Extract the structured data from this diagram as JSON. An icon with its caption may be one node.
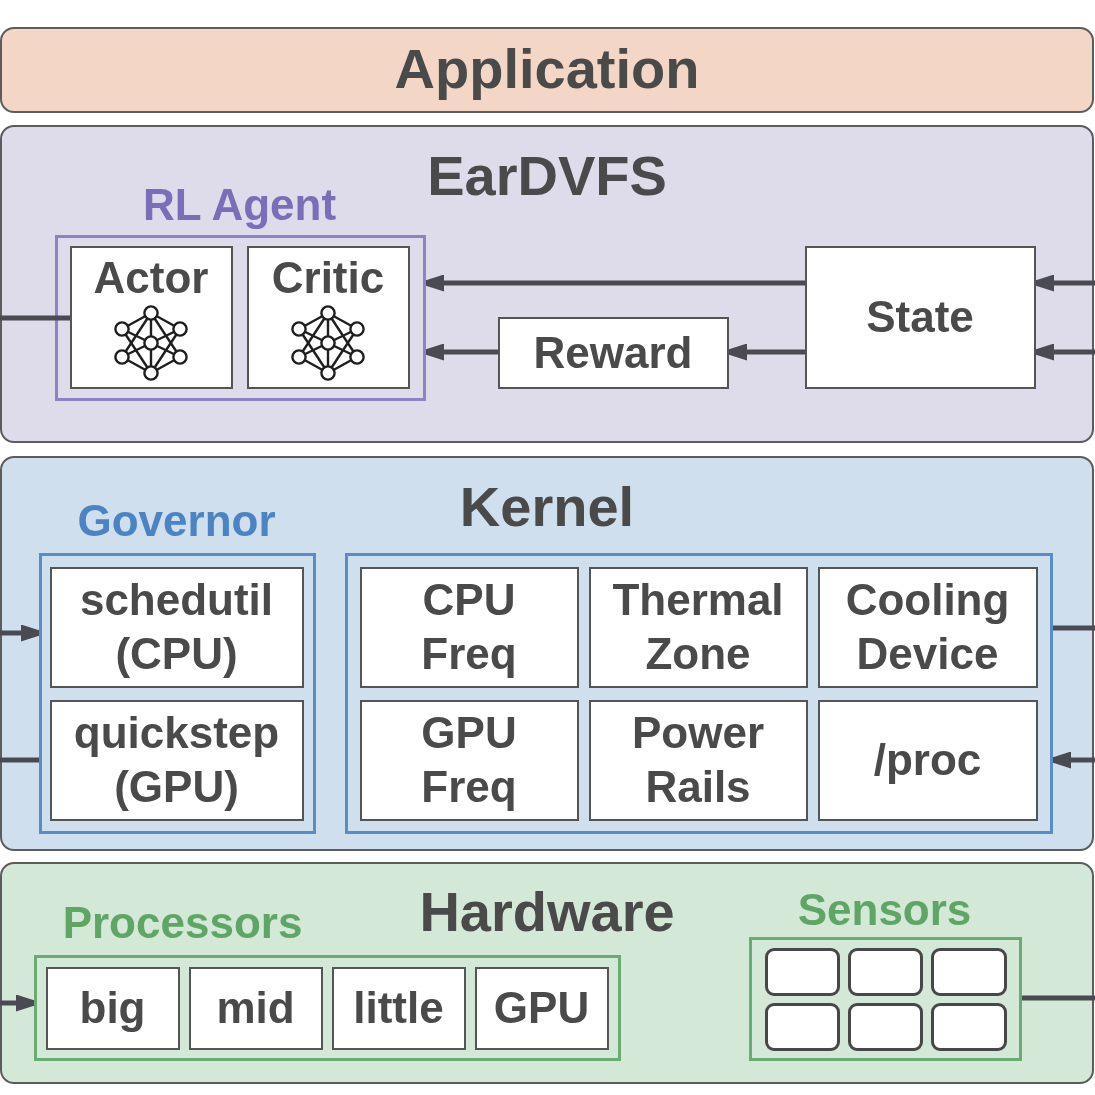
{
  "diagram": {
    "nodes": [
      {
        "text": [
          "Application"
        ]
      },
      {
        "text": [
          "EarDVFS"
        ]
      },
      {
        "text": [
          "RL Agent"
        ],
        "in": 1
      },
      {
        "text": [
          "Actor"
        ],
        "in": 2
      },
      {
        "text": [
          "Critic"
        ],
        "in": 2
      },
      {
        "text": [
          "State"
        ],
        "in": 1
      },
      {
        "text": [
          "Reward"
        ],
        "in": 1
      },
      {
        "text": [
          "Kernel"
        ]
      },
      {
        "text": [
          "Governor"
        ],
        "in": 7
      },
      {
        "text": [
          "schedutil (CPU)"
        ],
        "in": 8
      },
      {
        "text": [
          "quickstep (GPU)"
        ],
        "in": 8
      },
      {
        "text": [],
        "shape": "box",
        "in": 7
      },
      {
        "text": [
          "CPU Freq"
        ],
        "in": 11
      },
      {
        "text": [
          "Thermal Zone"
        ],
        "in": 11
      },
      {
        "text": [
          "Cooling Device"
        ],
        "in": 11
      },
      {
        "text": [
          "GPU Freq"
        ],
        "in": 11
      },
      {
        "text": [
          "Power Rails"
        ],
        "in": 11
      },
      {
        "text": [
          "/proc"
        ],
        "in": 11
      },
      {
        "text": [
          "Hardware"
        ]
      },
      {
        "text": [
          "Processors"
        ],
        "in": 18
      },
      {
        "text": [
          "big"
        ],
        "in": 19
      },
      {
        "text": [
          "mid"
        ],
        "in": 19
      },
      {
        "text": [
          "little"
        ],
        "in": 19
      },
      {
        "text": [
          "GPU"
        ],
        "in": 19
      },
      {
        "text": [
          "Sensors"
        ],
        "in": 18
      },
      {
        "text": [],
        "shape": "box",
        "in": 24
      },
      {
        "text": [],
        "shape": "box",
        "in": 24
      },
      {
        "text": [],
        "shape": "box",
        "in": 24
      },
      {
        "text": [],
        "shape": "box",
        "in": 24
      },
      {
        "text": [],
        "shape": "box",
        "in": 24
      },
      {
        "text": [],
        "shape": "box",
        "in": 24
      }
    ],
    "edges": [
      {
        "from": 5,
        "to": 2,
        "arrow": "to"
      },
      {
        "from": null,
        "to": 5,
        "arrow": "to"
      },
      {
        "from": 3,
        "to": null,
        "arrow": "none"
      },
      {
        "from": 6,
        "to": 2,
        "arrow": "to"
      },
      {
        "from": 5,
        "to": 6,
        "arrow": "to"
      },
      {
        "from": null,
        "to": 5,
        "arrow": "to"
      },
      {
        "from": null,
        "to": 8,
        "arrow": "to"
      },
      {
        "from": 11,
        "to": null,
        "arrow": "none"
      },
      {
        "from": 8,
        "to": null,
        "arrow": "none"
      },
      {
        "from": null,
        "to": 11,
        "arrow": "to"
      },
      {
        "from": 24,
        "to": null,
        "arrow": "none"
      },
      {
        "from": null,
        "to": 19,
        "arrow": "to"
      }
    ]
  }
}
